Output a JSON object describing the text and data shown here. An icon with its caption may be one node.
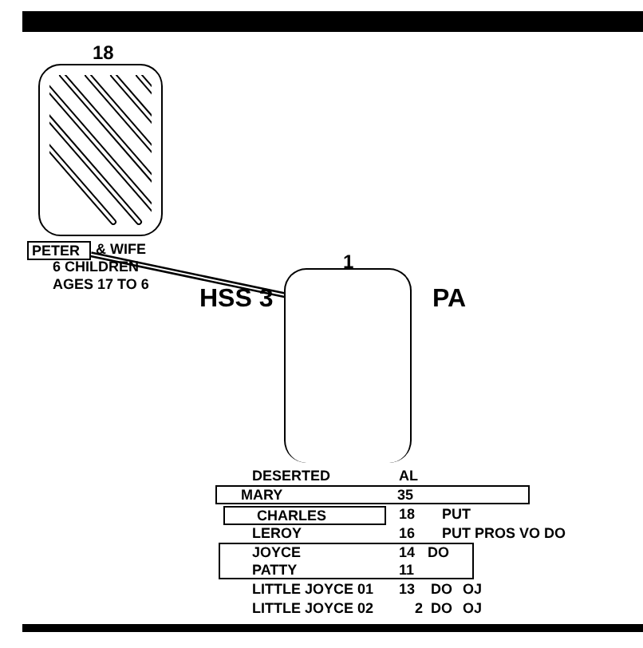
{
  "diagram": {
    "nodes": [
      {
        "text": [
          "18"
        ]
      },
      {
        "text": [
          "PETER"
        ]
      },
      {
        "text": [
          "1"
        ],
        "beside": [
          "HSS 3",
          "PA"
        ]
      },
      {
        "text": [
          "MARY",
          "35"
        ]
      },
      {
        "text": [
          "CHARLES"
        ]
      },
      {
        "text": [
          "JOYCE",
          "14",
          "DO",
          "PATTY",
          "11"
        ]
      }
    ],
    "edges": [
      {
        "from": 1,
        "to": 2,
        "arrow": "none"
      }
    ],
    "labels": [
      "& WIFE",
      "6 CHILDREN",
      "AGES 17 TO 6",
      "DESERTED",
      "AL",
      "18",
      "PUT",
      "LEROY",
      "16",
      "PUT PROS VO DO",
      "LITTLE JOYCE 01",
      "13",
      "DO",
      "OJ",
      "LITTLE JOYCE 02",
      "2",
      "DO",
      "OJ"
    ]
  }
}
